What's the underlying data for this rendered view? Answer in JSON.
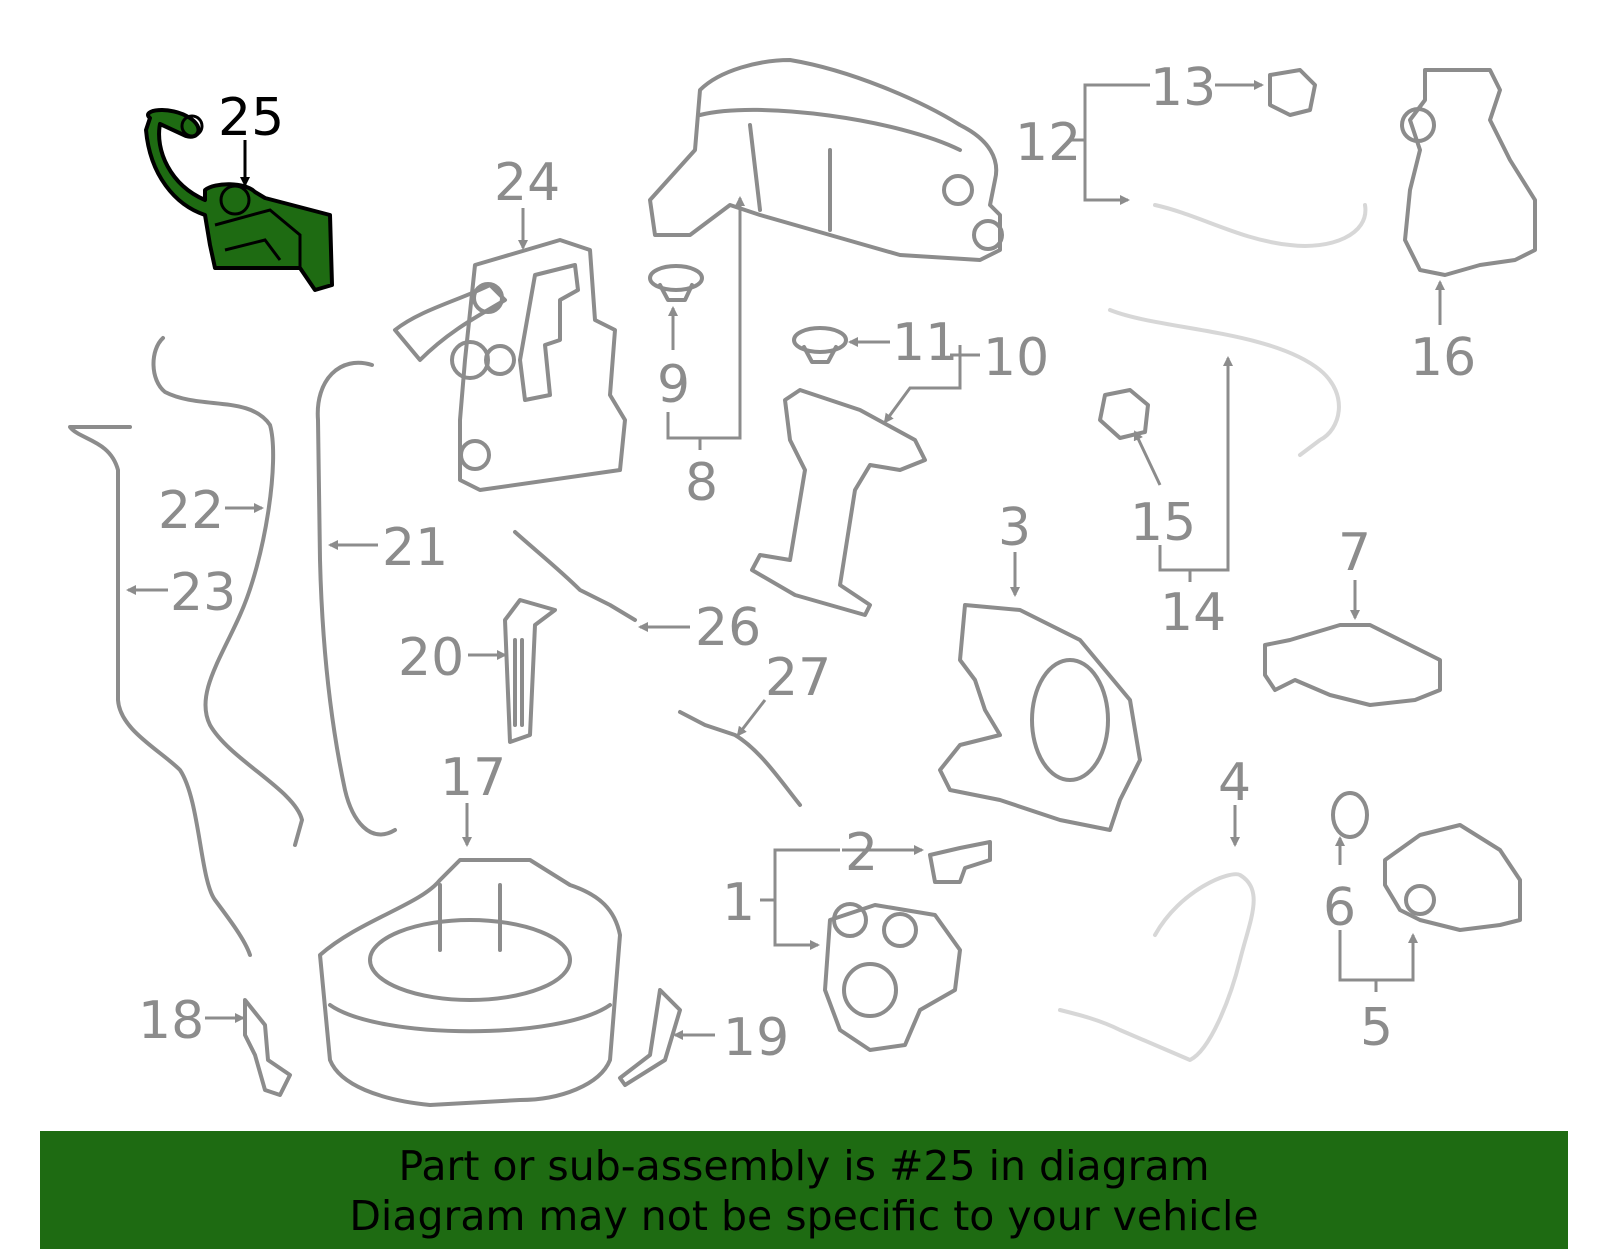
{
  "diagram": {
    "highlight_color": "#1e6b12",
    "line_color": "#8c8c8c",
    "highlighted_part": "25",
    "callouts": [
      "25",
      "24",
      "22",
      "23",
      "21",
      "20",
      "26",
      "27",
      "17",
      "18",
      "19",
      "9",
      "8",
      "11",
      "10",
      "1",
      "2",
      "3",
      "4",
      "12",
      "13",
      "14",
      "15",
      "16",
      "7",
      "6",
      "5"
    ]
  },
  "banner": {
    "line1": "Part or sub-assembly is #25 in diagram",
    "line2": "Diagram may not be specific to your vehicle"
  }
}
